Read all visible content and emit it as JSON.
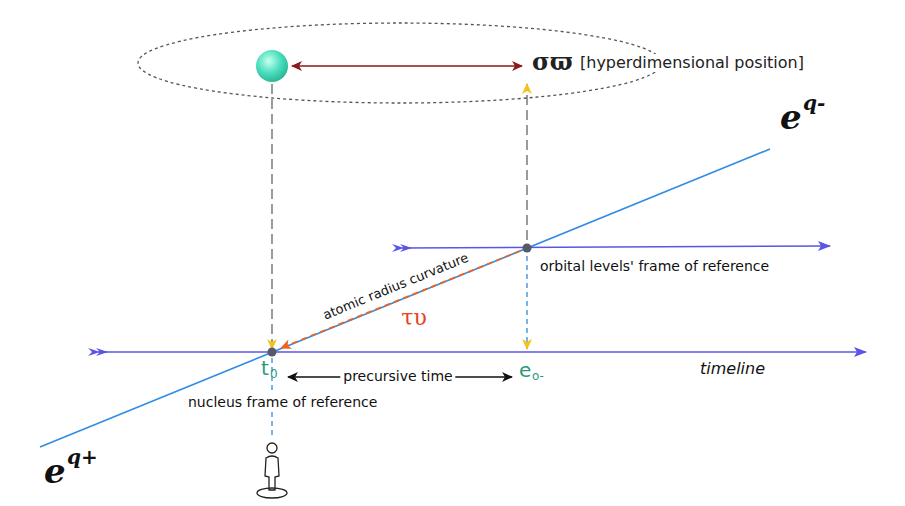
{
  "diagram": {
    "labels": [
      "σϖ",
      "[hyperdimensional position]",
      "e",
      "q-",
      "orbital levels' frame of reference",
      "atomic radius curvature",
      "τυ",
      "t",
      "0",
      "precursive time",
      "e",
      "o-",
      "timeline",
      "e",
      "q+",
      "nucleus frame of reference"
    ]
  }
}
